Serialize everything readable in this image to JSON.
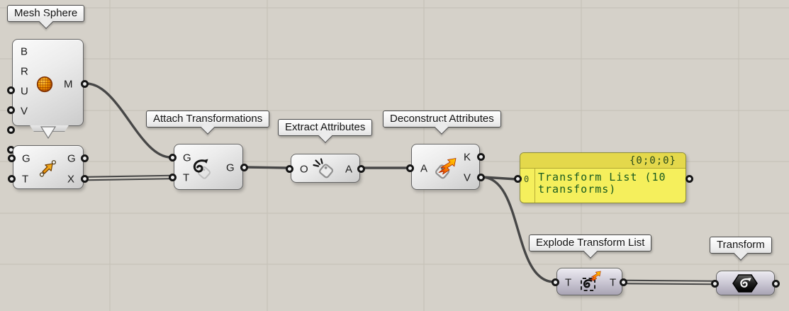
{
  "canvas": {
    "app": "Grasshopper node canvas",
    "background": "#d5d1c9",
    "grid_line": "#c3bfb5"
  },
  "colors": {
    "wire": "#474747",
    "panel_header_bg": "#e4d84b",
    "panel_body_bg": "#f5ef5c",
    "panel_text": "#175a1f",
    "panel_border": "#8c8c3a",
    "component_body": "#e4e4e4",
    "param_body": "#b0abbc",
    "sphere_orange": "#f29100",
    "arrow_orange": "#f5a800",
    "flame_red": "#e03000"
  },
  "components": {
    "mesh_sphere": {
      "label": "Mesh Sphere",
      "inputs": [
        "B",
        "R",
        "U",
        "V"
      ],
      "outputs": [
        "M"
      ],
      "icon": "mesh-sphere-icon"
    },
    "move": {
      "inputs": [
        "G",
        "T"
      ],
      "outputs": [
        "G",
        "X"
      ],
      "icon": "move-arrow-icon"
    },
    "attach": {
      "label": "Attach Transformations",
      "inputs": [
        "G",
        "T"
      ],
      "outputs": [
        "G"
      ],
      "icon": "attach-transformations-icon"
    },
    "extract": {
      "label": "Extract Attributes",
      "inputs": [
        "O"
      ],
      "outputs": [
        "A"
      ],
      "icon": "extract-attributes-tag-icon"
    },
    "deconstruct": {
      "label": "Deconstruct Attributes",
      "inputs": [
        "A"
      ],
      "outputs": [
        "K",
        "V"
      ],
      "icon": "deconstruct-attributes-tag-icon"
    },
    "explode": {
      "label": "Explode Transform List",
      "inputs": [
        "T"
      ],
      "outputs": [
        "T"
      ],
      "icon": "explode-transform-icon"
    },
    "transform_param": {
      "label": "Transform",
      "icon": "transform-hexagon-icon"
    }
  },
  "panel": {
    "path_header": "{0;0;0}",
    "row_index": "0",
    "content": "Transform List (10 transforms)"
  }
}
